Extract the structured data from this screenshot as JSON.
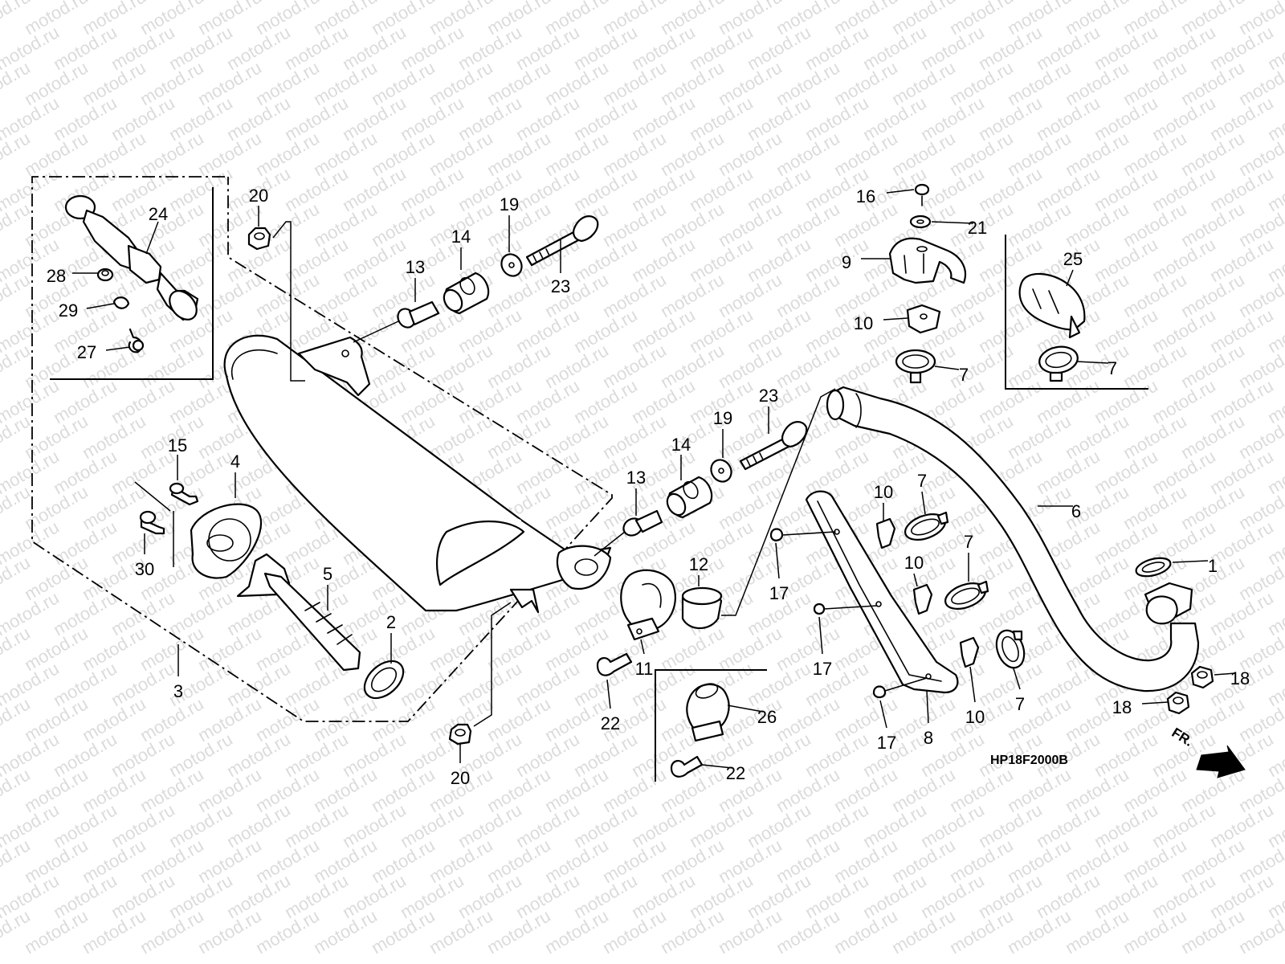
{
  "watermark": "motod.ru",
  "diagram_code": "HP18F2000B",
  "direction_label": "FR.",
  "callouts": [
    {
      "id": "c20a",
      "label": "20"
    },
    {
      "id": "c24",
      "label": "24"
    },
    {
      "id": "c28",
      "label": "28"
    },
    {
      "id": "c29",
      "label": "29"
    },
    {
      "id": "c27",
      "label": "27"
    },
    {
      "id": "c13a",
      "label": "13"
    },
    {
      "id": "c14a",
      "label": "14"
    },
    {
      "id": "c19a",
      "label": "19"
    },
    {
      "id": "c23a",
      "label": "23"
    },
    {
      "id": "c15",
      "label": "15"
    },
    {
      "id": "c4",
      "label": "4"
    },
    {
      "id": "c30",
      "label": "30"
    },
    {
      "id": "c5",
      "label": "5"
    },
    {
      "id": "c2",
      "label": "2"
    },
    {
      "id": "c3",
      "label": "3"
    },
    {
      "id": "c20b",
      "label": "20"
    },
    {
      "id": "c16",
      "label": "16"
    },
    {
      "id": "c21",
      "label": "21"
    },
    {
      "id": "c9",
      "label": "9"
    },
    {
      "id": "c10a",
      "label": "10"
    },
    {
      "id": "c7a",
      "label": "7"
    },
    {
      "id": "c25",
      "label": "25"
    },
    {
      "id": "c7b",
      "label": "7"
    },
    {
      "id": "c23b",
      "label": "23"
    },
    {
      "id": "c19b",
      "label": "19"
    },
    {
      "id": "c14b",
      "label": "14"
    },
    {
      "id": "c13b",
      "label": "13"
    },
    {
      "id": "c10b",
      "label": "10"
    },
    {
      "id": "c7c",
      "label": "7"
    },
    {
      "id": "c6",
      "label": "6"
    },
    {
      "id": "c12",
      "label": "12"
    },
    {
      "id": "c17a",
      "label": "17"
    },
    {
      "id": "c7d",
      "label": "7"
    },
    {
      "id": "c10c",
      "label": "10"
    },
    {
      "id": "c1",
      "label": "1"
    },
    {
      "id": "c11",
      "label": "11"
    },
    {
      "id": "c22a",
      "label": "22"
    },
    {
      "id": "c17b",
      "label": "17"
    },
    {
      "id": "c10d",
      "label": "10"
    },
    {
      "id": "c7e",
      "label": "7"
    },
    {
      "id": "c18a",
      "label": "18"
    },
    {
      "id": "c18b",
      "label": "18"
    },
    {
      "id": "c26",
      "label": "26"
    },
    {
      "id": "c22b",
      "label": "22"
    },
    {
      "id": "c17c",
      "label": "17"
    },
    {
      "id": "c8",
      "label": "8"
    }
  ]
}
